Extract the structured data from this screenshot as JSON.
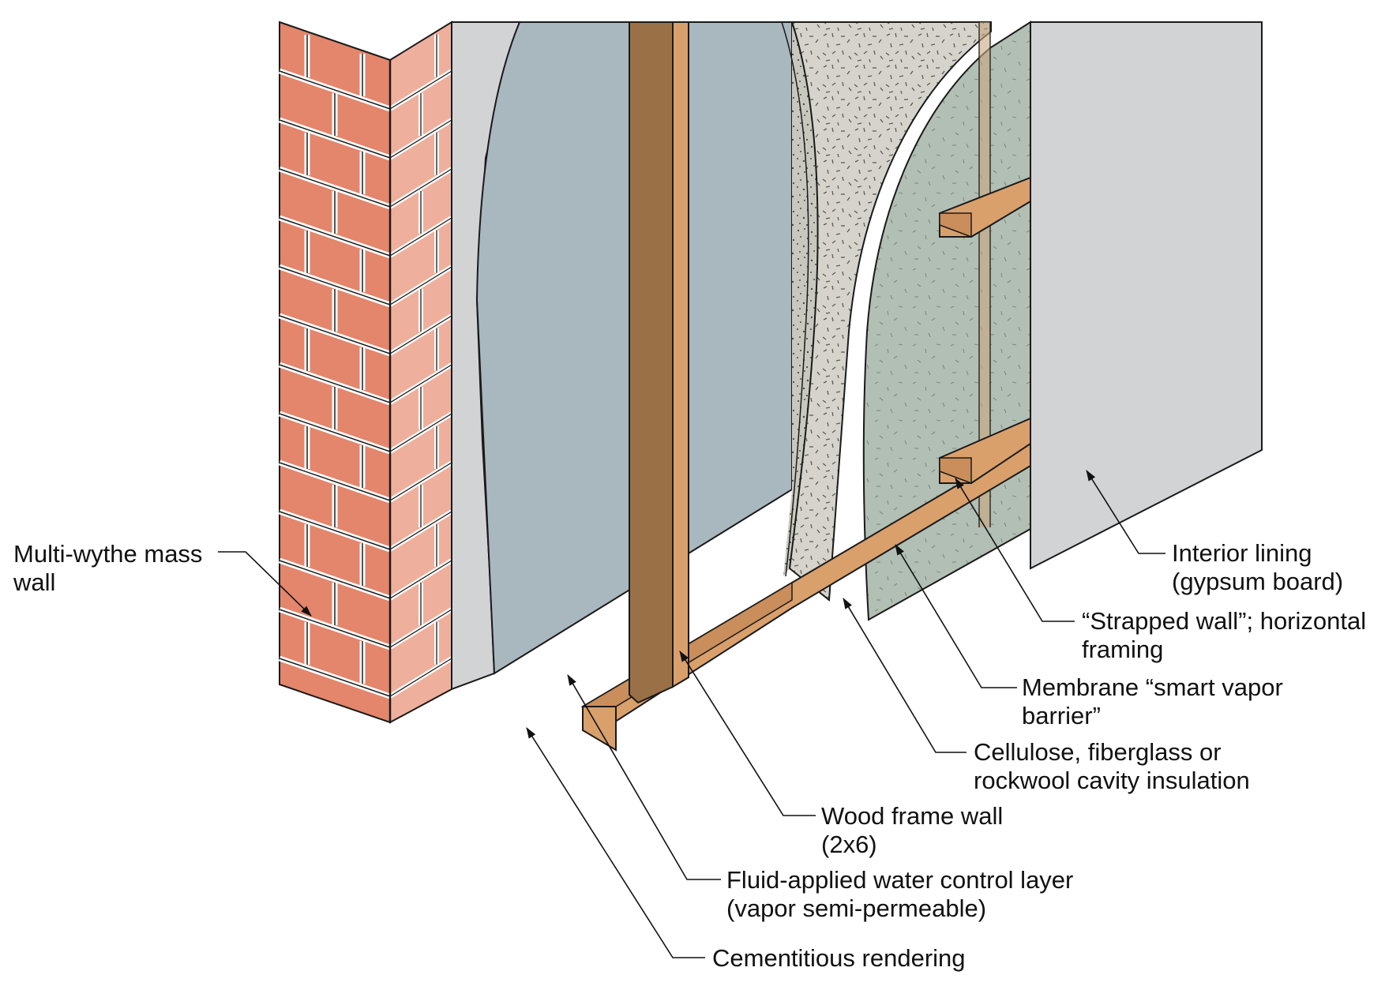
{
  "colors": {
    "brick_face": "#e4866c",
    "brick_side": "#eeb09c",
    "mortar": "#ffffff",
    "rendering": "#d2d3d5",
    "water_control_layer": "#a9b7bf",
    "stud": "#9a7146",
    "wood_light": "#d9a06c",
    "insulation": "#d5d3cb",
    "smart_membrane": "#b2bfb4",
    "gypsum_board": "#d2d3d5",
    "line": "#1a1a1a"
  },
  "labels": {
    "mass_wall": [
      "Multi-wythe mass",
      "wall"
    ],
    "interior_lining": [
      "Interior lining",
      "(gypsum board)"
    ],
    "strapped_wall": [
      "“Strapped wall”; horizontal",
      "framing"
    ],
    "membrane": [
      "Membrane “smart vapor",
      "barrier”"
    ],
    "cavity_insulation": [
      "Cellulose, fiberglass or",
      "rockwool cavity insulation"
    ],
    "wood_frame": [
      "Wood frame wall",
      "(2x6)"
    ],
    "water_control": [
      "Fluid-applied water control layer",
      "(vapor semi-permeable)"
    ],
    "rendering": [
      "Cementitious rendering"
    ]
  },
  "icons": [
    "arrow-head-icon"
  ]
}
